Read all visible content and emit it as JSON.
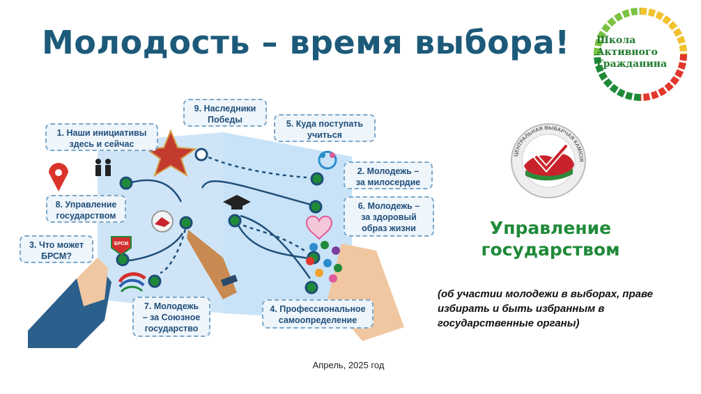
{
  "title": "Молодость – время выбора!",
  "logo": {
    "line1": "Школа",
    "line2": "Активного",
    "line3": "Гражданина",
    "colors": [
      "#1f8a38",
      "#7cc242",
      "#f2c12e",
      "#e2372b"
    ]
  },
  "callouts": {
    "c1": "1. Наши инициативы\nздесь и сейчас",
    "c9": "9. Наследники\nПобеды",
    "c5": "5. Куда поступать\nучиться",
    "c2": "2. Молодежь –\nза милосердие",
    "c6": "6. Молодежь –\nза здоровый\nобраз жизни",
    "c8": "8. Управление\nгосударством",
    "c3": "3. Что может\nБРСМ?",
    "c7": "7. Молодежь\n– за Союзное\nгосударство",
    "c4": "4. Профессиональное\nсамоопределение"
  },
  "emblem": {
    "ring_text": "ЦЕНТРАЛЬНАЯ ВЫБАРЧАЯ КАМІСІЯ",
    "colors": [
      "#c8232c",
      "#2e8b3a"
    ]
  },
  "brsm_badge": "БРСМ",
  "main_heading": "Управление\nгосударством",
  "subtitle": "(об участии молодежи в выборах, праве избирать и быть избранным в государственные органы)",
  "date": "Апрель, 2025 год"
}
